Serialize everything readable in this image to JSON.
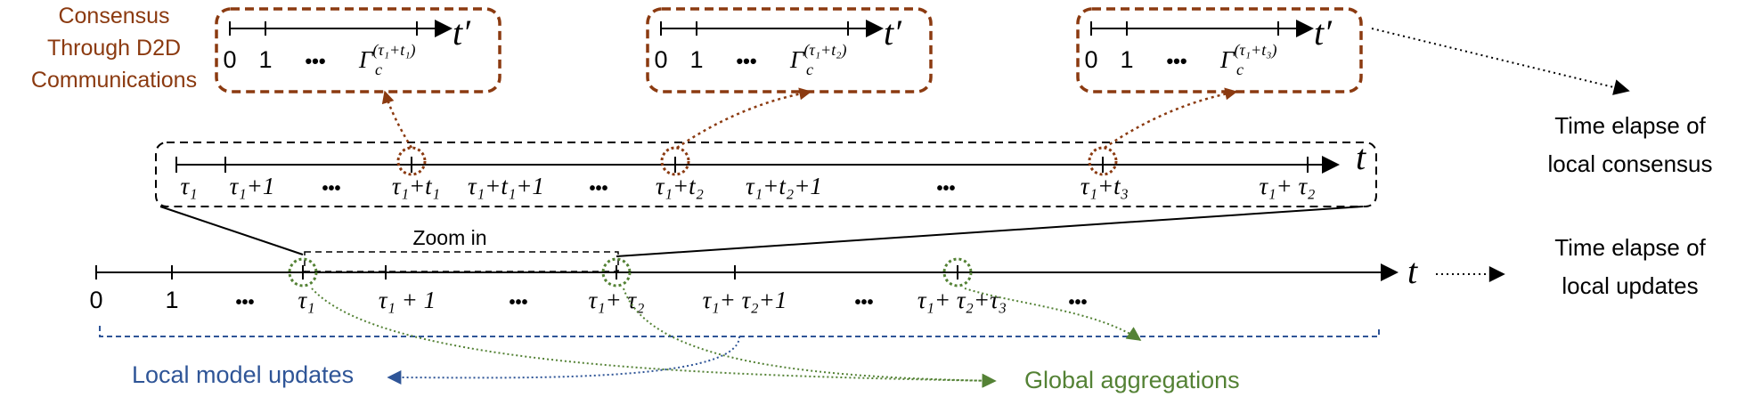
{
  "colors": {
    "brown": "#8B3A10",
    "blue": "#2F5597",
    "green": "#548235",
    "black": "#000000"
  },
  "consensus_label": [
    "Consensus",
    "Through D2D",
    "Communications"
  ],
  "consensus_timelines": [
    {
      "ticks": [
        "0",
        "1",
        "•••"
      ],
      "gamma": "Γ",
      "gamma_sub": "c",
      "gamma_sup": "(τ₁+t₁)",
      "axis": "t′"
    },
    {
      "ticks": [
        "0",
        "1",
        "•••"
      ],
      "gamma": "Γ",
      "gamma_sub": "c",
      "gamma_sup": "(τ₁+t₂)",
      "axis": "t′"
    },
    {
      "ticks": [
        "0",
        "1",
        "•••"
      ],
      "gamma": "Γ",
      "gamma_sub": "c",
      "gamma_sup": "(τ₁+t₃)",
      "axis": "t′"
    }
  ],
  "middle_timeline": {
    "labels": [
      "τ₁",
      "τ₁+1",
      "•••",
      "τ₁+t₁",
      "τ₁+t₁+1",
      "•••",
      "τ₁+t₂",
      "τ₁+t₂+1",
      "•••",
      "τ₁+t₃",
      "τ₁+ τ₂"
    ],
    "axis": "t"
  },
  "zoom_label": "Zoom in",
  "bottom_timeline": {
    "labels": [
      "0",
      "1",
      "•••",
      "τ₁",
      "τ₁ + 1",
      "•••",
      "τ₁+ τ₂",
      "τ₁+ τ₂+1",
      "•••",
      "τ₁+ τ₂+τ₃",
      "•••"
    ],
    "axis": "t"
  },
  "right_labels": {
    "consensus": [
      "Time elapse of",
      "local consensus"
    ],
    "updates": [
      "Time elapse of",
      "local updates"
    ]
  },
  "legend": {
    "local": "Local model updates",
    "global": "Global aggregations"
  }
}
